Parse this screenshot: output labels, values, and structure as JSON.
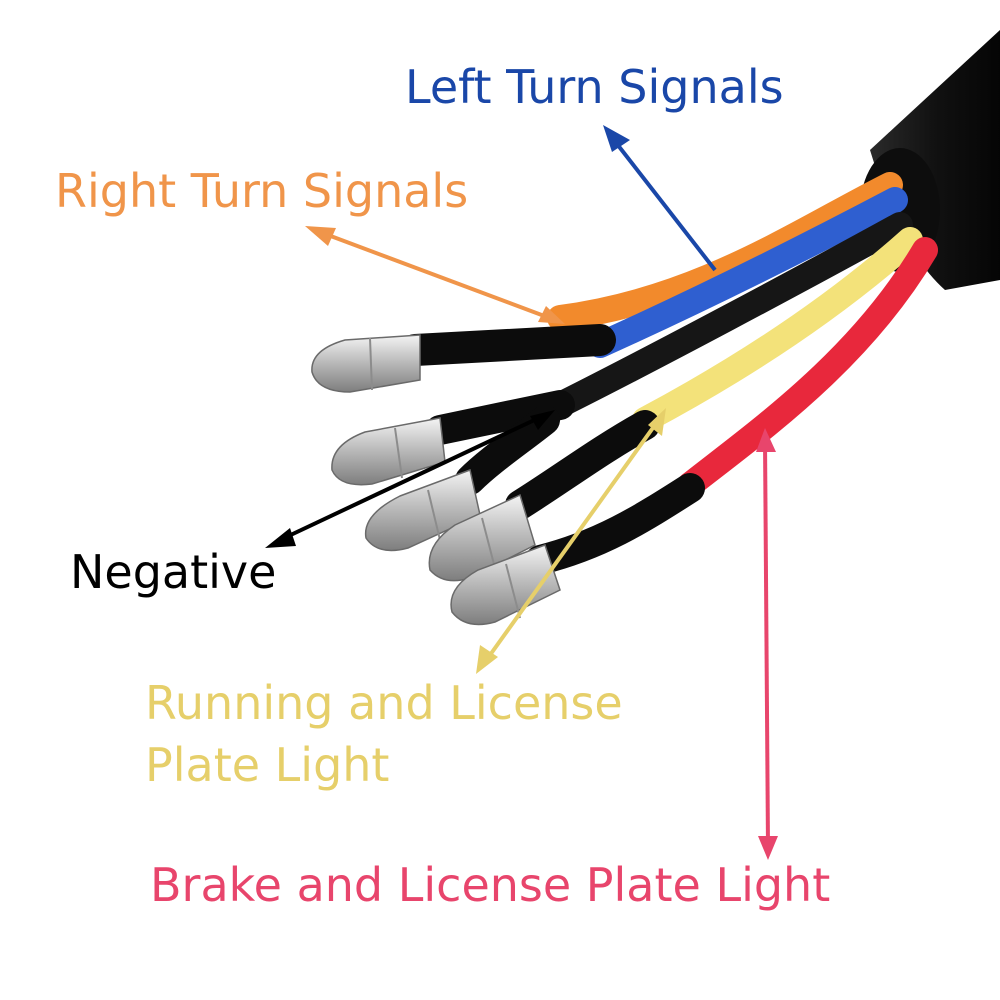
{
  "labels": {
    "left_turn": "Left Turn Signals",
    "right_turn": "Right Turn Signals",
    "negative": "Negative",
    "running_line1": "Running and License",
    "running_line2": "Plate Light",
    "brake": "Brake and License Plate Light"
  },
  "colors": {
    "left_turn": "#1a47a8",
    "right_turn": "#f0954a",
    "negative": "#000000",
    "running": "#e6cf6a",
    "brake": "#e8456c",
    "sheath": "#141414",
    "wire_blue": "#2f5fd0",
    "wire_orange": "#f28a2c",
    "wire_yellow": "#f3e27a",
    "wire_red": "#e8283c",
    "wire_black": "#161616",
    "connector": "#c9c9c9"
  }
}
